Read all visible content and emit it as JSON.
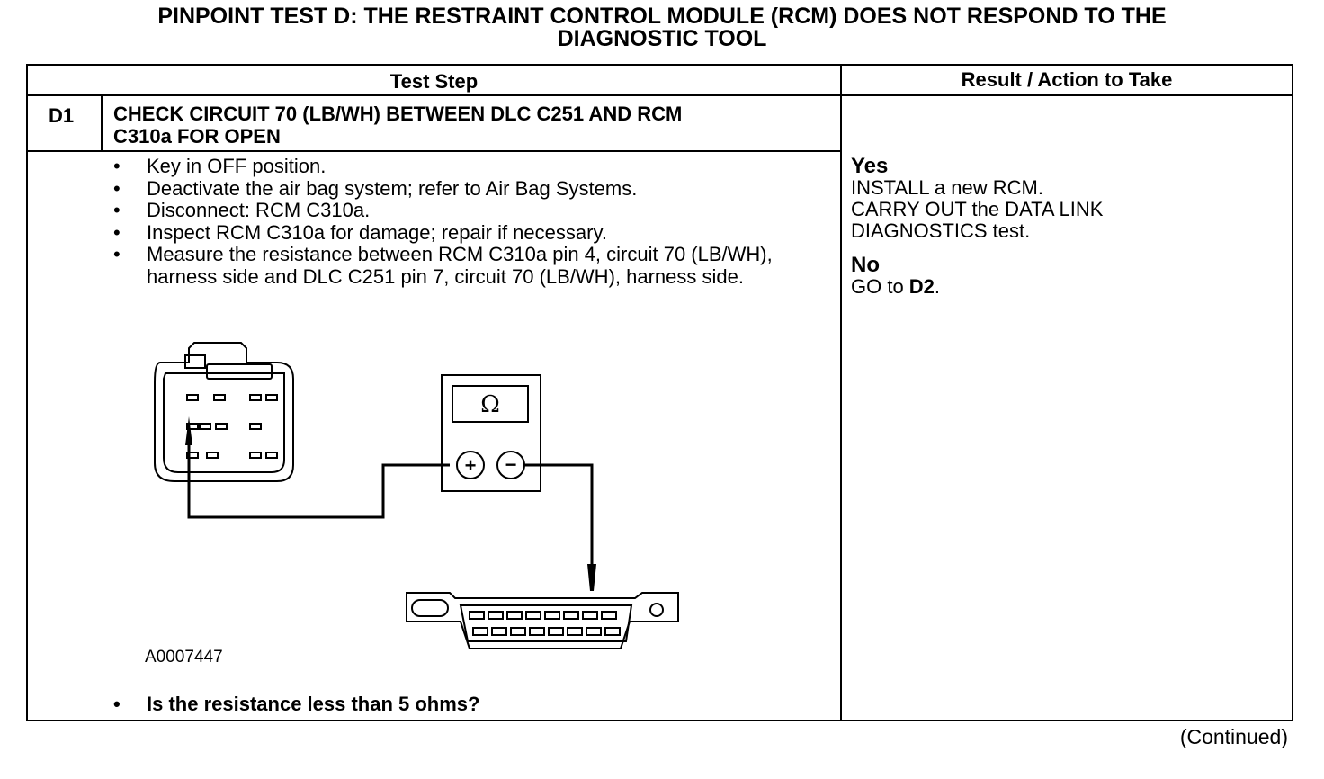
{
  "title_line1": "PINPOINT TEST  D: THE RESTRAINT CONTROL MODULE (RCM) DOES NOT RESPOND TO THE",
  "title_line2": "DIAGNOSTIC TOOL",
  "table": {
    "header_test_step": "Test Step",
    "header_result": "Result / Action to Take"
  },
  "step": {
    "id": "D1",
    "title_line1": "CHECK CIRCUIT 70 (LB/WH) BETWEEN DLC C251 AND RCM",
    "title_line2": "C310a FOR OPEN",
    "bullets": [
      "Key in OFF position.",
      "Deactivate the air bag system; refer to Air Bag Systems.",
      "Disconnect: RCM C310a.",
      "Inspect RCM C310a for damage; repair if necessary.",
      "Measure the resistance between RCM C310a pin 4, circuit 70 (LB/WH), harness side and DLC C251 pin 7, circuit 70 (LB/WH), harness side."
    ],
    "figure_id": "A0007447",
    "meter_symbol": "Ω",
    "meter_plus": "+",
    "meter_minus": "−",
    "question": "Is the resistance less than 5 ohms?"
  },
  "result": {
    "yes_label": "Yes",
    "yes_line1": "INSTALL a new RCM.",
    "yes_line2": "CARRY OUT the DATA LINK",
    "yes_line3": "DIAGNOSTICS test.",
    "no_label": "No",
    "no_prefix": "GO to ",
    "no_target": "D2",
    "no_suffix": "."
  },
  "continued": "(Continued)"
}
